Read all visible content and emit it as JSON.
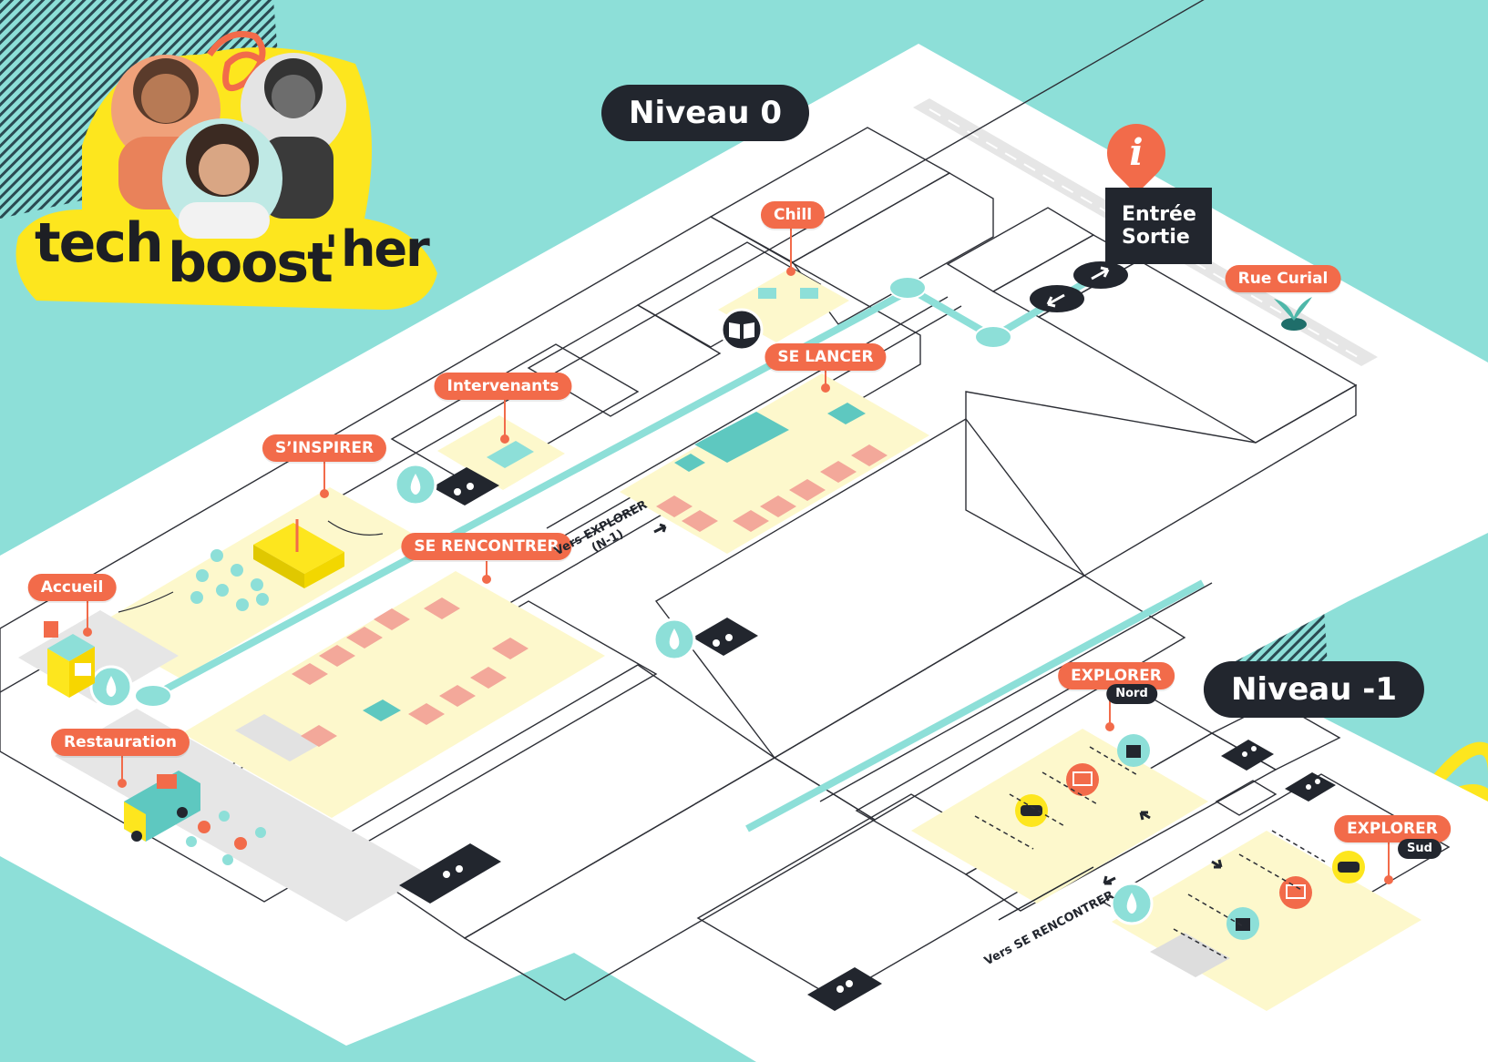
{
  "logo": {
    "part1": "tech",
    "part2": "boost",
    "apostrophe": "'",
    "part3": "her"
  },
  "levels": {
    "level0": "Niveau 0",
    "level_minus1": "Niveau -1"
  },
  "entrance": {
    "line1": "Entrée",
    "line2": "Sortie",
    "info_glyph": "i"
  },
  "zones": {
    "chill": "Chill",
    "se_lancer": "SE LANCER",
    "intervenants": "Intervenants",
    "s_inspirer": "S’INSPIRER",
    "se_rencontrer": "SE RENCONTRER",
    "accueil": "Accueil",
    "restauration": "Restauration",
    "rue_curial": "Rue Curial",
    "explorer_nord": "EXPLORER",
    "explorer_sud": "EXPLORER"
  },
  "sublabels": {
    "nord": "Nord",
    "sud": "Sud"
  },
  "directions": {
    "vers_explorer_line1": "Vers EXPLORER",
    "vers_explorer_line2": "(N-1)",
    "vers_se_rencontrer": "Vers SE RENCONTRER"
  },
  "icons": [
    "book-icon",
    "water-drop-icon",
    "toilets-icon",
    "info-icon",
    "arrow-icon",
    "vr-headset-icon",
    "presentation-icon",
    "robot-icon",
    "food-truck-icon",
    "plant-icon"
  ],
  "colors": {
    "background": "#8ddfd8",
    "floor": "#ffffff",
    "zone": "#fdf8cc",
    "accent": "#f26b4a",
    "dark": "#22262e",
    "teal": "#8ddfd8",
    "yellow": "#fde61e"
  }
}
